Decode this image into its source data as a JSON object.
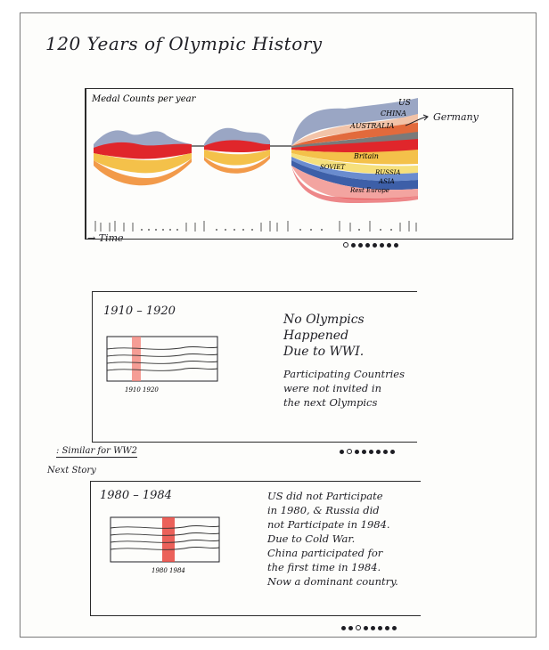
{
  "title": "120 Years of Olympic History",
  "overview": {
    "chart_label": "Medal Counts per year",
    "time_label": "→ Time",
    "annotation_outside": "Germany",
    "band_labels": [
      "US",
      "CHINA",
      "AUSTRALIA",
      "Britain",
      "SOVIET",
      "RUSSIA",
      "ASIA",
      "Rest Europe"
    ],
    "colors": {
      "us": "#9aa6c4",
      "china": "#f2c3a8",
      "australia": "#e26a3c",
      "germany": "#7a7a7a",
      "red": "#e0262b",
      "britain": "#f4c14a",
      "soviet": "#f6e07c",
      "russia": "#6a8ccf",
      "asia": "#3d5fa8",
      "europe": "#f3a4a0",
      "orange": "#f29a4a"
    },
    "progress": {
      "filled": 1,
      "total": 8
    }
  },
  "story1": {
    "range": "1910 – 1920",
    "mini_label": "1910 1920",
    "headline": [
      "No Olympics",
      "Happened",
      "Due to WWI."
    ],
    "body": [
      "Participating Countries",
      "were not invited in",
      "the next Olympics"
    ],
    "progress": {
      "filled": 2,
      "total": 8
    }
  },
  "between": {
    "similar": ": Similar for WW2",
    "next": "Next Story"
  },
  "story2": {
    "range": "1980 – 1984",
    "mini_label": "1980 1984",
    "body": [
      "US did not Participate",
      "in 1980, & Russia did",
      "not Participate in 1984.",
      "Due to Cold War.",
      "China participated for",
      "the first time in 1984.",
      "Now a dominant country."
    ],
    "progress": {
      "filled": 3,
      "total": 8
    }
  }
}
